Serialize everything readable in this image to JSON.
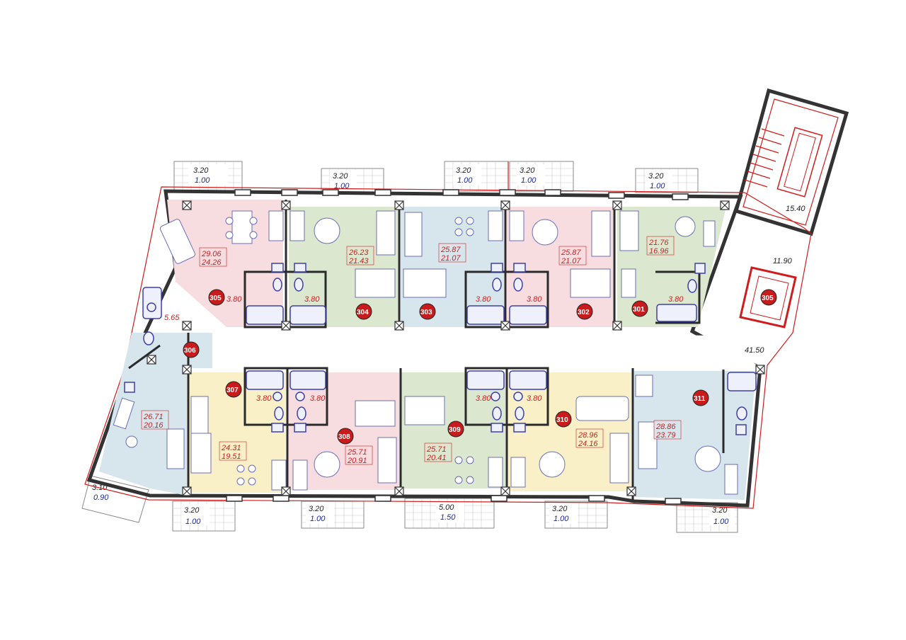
{
  "colors": {
    "pink": "#f8dde0",
    "green": "#dbe8cf",
    "blue": "#d6e6ec",
    "yellow": "#faf0c8",
    "accent_red": "#d21c1c",
    "accent_blue": "#1d2b8f"
  },
  "apartments": [
    {
      "number": "301",
      "total": "21.76",
      "living": "16.96",
      "bath": "3.80",
      "color": "green"
    },
    {
      "number": "302",
      "total": "25.87",
      "living": "21.07",
      "bath": "3.80",
      "color": "pink"
    },
    {
      "number": "303",
      "total": "25.87",
      "living": "21.07",
      "bath": "3.80",
      "color": "blue"
    },
    {
      "number": "304",
      "total": "26.23",
      "living": "21.43",
      "bath": "3.80",
      "color": "green"
    },
    {
      "number": "305",
      "total": "29.06",
      "living": "24.26",
      "bath": "3.80",
      "color": "pink"
    },
    {
      "number": "306",
      "total": "26.71",
      "living": "20.16",
      "bath": "5.65",
      "color": "blue"
    },
    {
      "number": "307",
      "total": "24.31",
      "living": "19.51",
      "bath": "3.80",
      "color": "yellow"
    },
    {
      "number": "308",
      "total": "25.71",
      "living": "20.91",
      "bath": "3.80",
      "color": "pink"
    },
    {
      "number": "309",
      "total": "25.71",
      "living": "20.41",
      "bath": "3.80",
      "color": "green"
    },
    {
      "number": "310",
      "total": "28.96",
      "living": "24.16",
      "bath": "3.80",
      "color": "yellow"
    },
    {
      "number": "311",
      "total": "28.86",
      "living": "23.79",
      "bath": "",
      "color": "blue"
    }
  ],
  "balconies": {
    "top": [
      {
        "length": "3.20",
        "area": "1.00"
      },
      {
        "length": "3.20",
        "area": "1.00"
      },
      {
        "length": "3.20",
        "area": "1.00"
      },
      {
        "length": "3.20",
        "area": "1.00"
      },
      {
        "length": "3.20",
        "area": "1.00"
      }
    ],
    "bottom": [
      {
        "length": "3.10",
        "area": "0.90"
      },
      {
        "length": "3.20",
        "area": "1.00"
      },
      {
        "length": "3.20",
        "area": "1.00"
      },
      {
        "length": "5.00",
        "area": "1.50"
      },
      {
        "length": "3.20",
        "area": "1.00"
      },
      {
        "length": "3.20",
        "area": "1.00"
      }
    ]
  },
  "common": {
    "stair_area": "15.40",
    "lift_area": "11.90",
    "corridor_area": "41.50",
    "lift_label": "305"
  }
}
